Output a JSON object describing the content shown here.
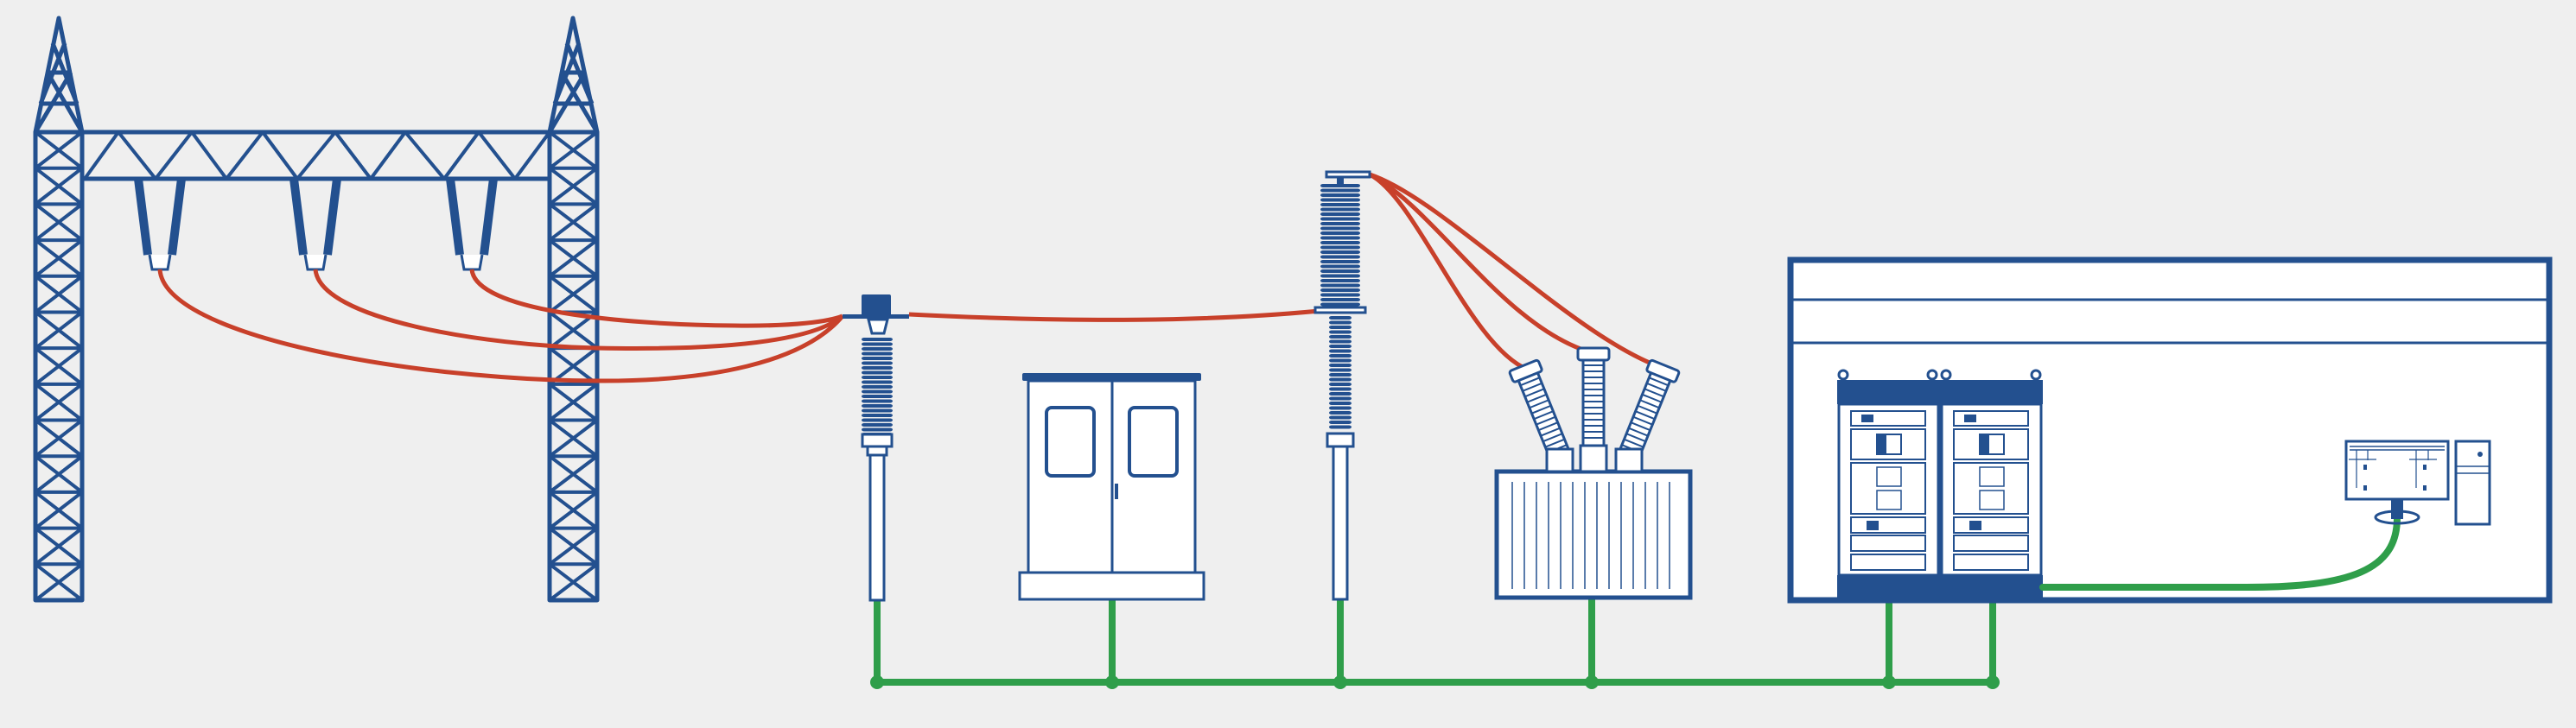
{
  "diagram": {
    "title": "",
    "colors": {
      "background": "#efefef",
      "structure": "#23508f",
      "high_voltage_line": "#c8402a",
      "earthing_communication": "#2f9e4a"
    },
    "components": [
      {
        "id": "gantry",
        "type": "lattice-gantry-with-3-insulator-strings"
      },
      {
        "id": "arrester",
        "type": "surge-arrester-on-pole"
      },
      {
        "id": "kiosk",
        "type": "outdoor-cabinet"
      },
      {
        "id": "current-transformer",
        "type": "instrument-transformer-on-pole"
      },
      {
        "id": "power-transformer",
        "type": "three-bushing-transformer"
      },
      {
        "id": "control-building",
        "type": "building-with-protection-panels-and-hmi"
      }
    ]
  }
}
